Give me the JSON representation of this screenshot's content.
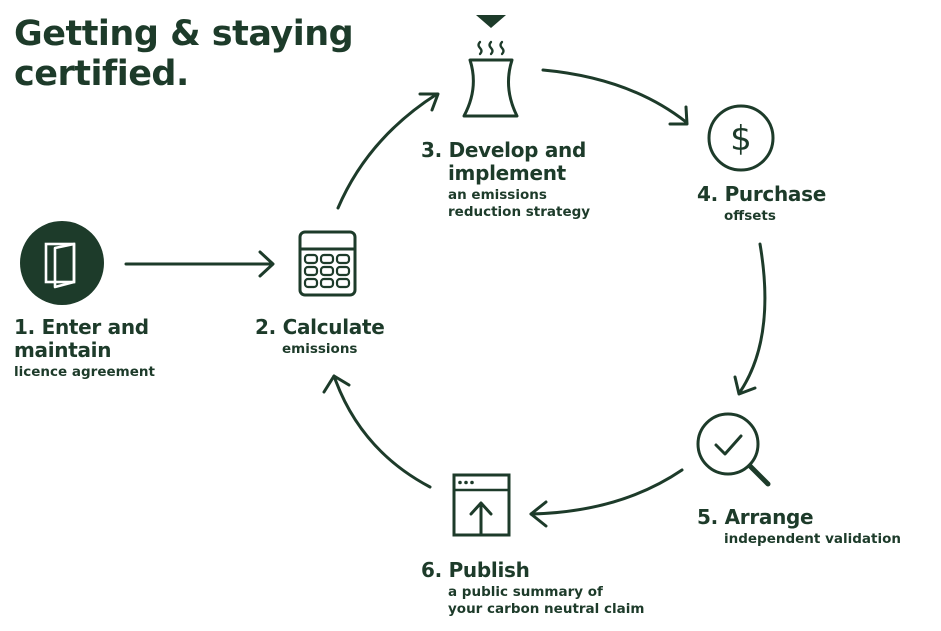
{
  "title": {
    "line1": "Getting & staying",
    "line2": "certified."
  },
  "steps": [
    {
      "number": "1.",
      "title_lines": [
        "1. Enter and",
        "maintain"
      ],
      "subtitle_lines": [
        "licence agreement"
      ],
      "icon": "door-icon"
    },
    {
      "number": "2.",
      "title_lines": [
        "2. Calculate"
      ],
      "subtitle_lines": [
        "emissions"
      ],
      "icon": "calculator-icon"
    },
    {
      "number": "3.",
      "title_lines": [
        "3. Develop and",
        "implement"
      ],
      "subtitle_lines": [
        "an emissions",
        "reduction strategy"
      ],
      "icon": "cooling-tower-icon"
    },
    {
      "number": "4.",
      "title_lines": [
        "4. Purchase"
      ],
      "subtitle_lines": [
        "offsets"
      ],
      "icon": "dollar-coin-icon"
    },
    {
      "number": "5.",
      "title_lines": [
        "5. Arrange"
      ],
      "subtitle_lines": [
        "independent validation"
      ],
      "icon": "magnifier-check-icon"
    },
    {
      "number": "6.",
      "title_lines": [
        "6. Publish"
      ],
      "subtitle_lines": [
        "a public summary of",
        "your carbon neutral claim"
      ],
      "icon": "browser-upload-icon"
    }
  ],
  "colors": {
    "ink": "#1d3b2a",
    "background": "#ffffff"
  }
}
